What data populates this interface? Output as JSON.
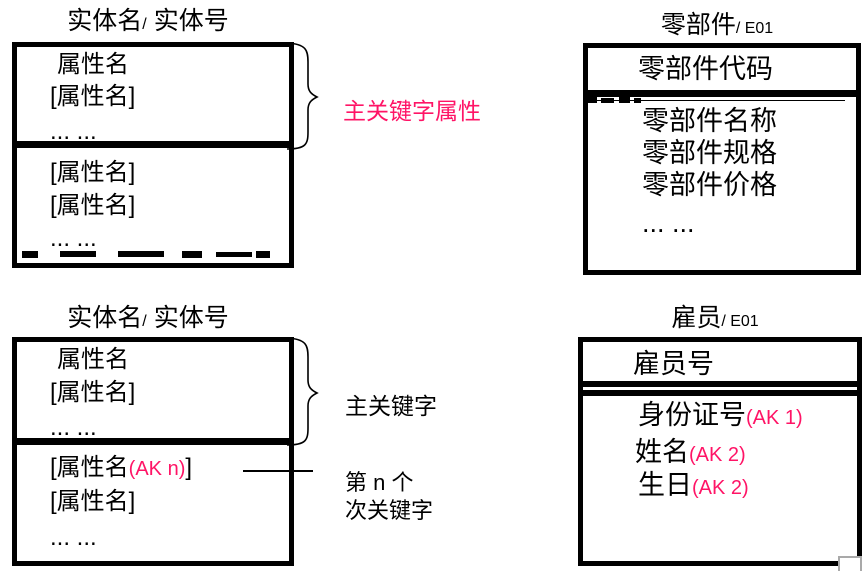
{
  "colors": {
    "accent_magenta": "#ff1466",
    "line_black": "#000000",
    "artifact_gray": "#a9a9a9"
  },
  "entity_top": {
    "title": {
      "big1": "实体名",
      "small": "/",
      "big2": "实体号"
    },
    "rows_primary": [
      "属性名",
      "[属性名]",
      "... ..."
    ],
    "rows_secondary": [
      "[属性名]",
      "[属性名]",
      "... ..."
    ],
    "brace_label": "主关键字属性"
  },
  "parts": {
    "title": {
      "big1": "零部件",
      "small": "/ E01",
      "big2": ""
    },
    "header": "零部件代码",
    "rows": [
      "零部件名称",
      "零部件规格",
      "零部件价格",
      "... ..."
    ]
  },
  "entity_bottom": {
    "title": {
      "big1": "实体名",
      "small": "/",
      "big2": "实体号"
    },
    "rows_primary": [
      "属性名",
      "[属性名]",
      "... ..."
    ],
    "ak_row": {
      "prefix": "[属性名",
      "ak": "(AK n)",
      "suffix": "]"
    },
    "rows_secondary": [
      "[属性名]",
      "... ..."
    ],
    "brace_label": "主关键字",
    "pointer_label_line1": "第 n 个",
    "pointer_label_line2": "次关键字"
  },
  "employee": {
    "title": {
      "big1": "雇员",
      "small": "/ E01",
      "big2": ""
    },
    "header": "雇员号",
    "rows": [
      {
        "name": "身份证号",
        "ak": "(AK 1)"
      },
      {
        "name": "姓名",
        "ak": "(AK 2)"
      },
      {
        "name": "生日",
        "ak": "(AK 2)"
      }
    ]
  }
}
